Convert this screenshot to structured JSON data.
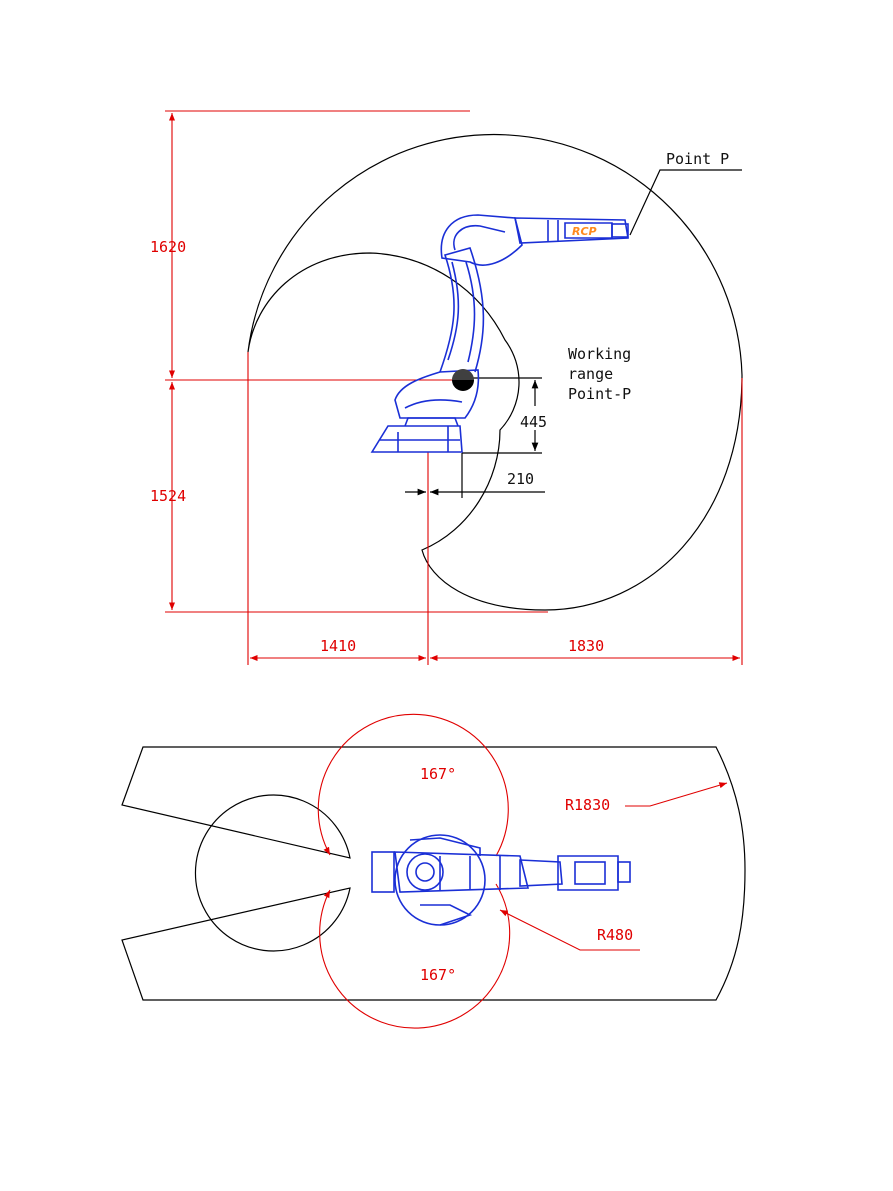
{
  "side_view": {
    "label_point": "Point P",
    "working_range_lines": [
      "Working",
      "range",
      "Point-P"
    ],
    "dim_height_upper": "1620",
    "dim_height_lower": "1524",
    "dim_width_left": "1410",
    "dim_width_right": "1830",
    "dim_offset_vertical": "445",
    "dim_offset_horizontal": "210",
    "logo_text": "RCP"
  },
  "top_view": {
    "angle_upper": "167°",
    "angle_lower": "167°",
    "radius_outer": "R1830",
    "radius_inner": "R480"
  },
  "colors": {
    "dimension": "#e00000",
    "robot": "#1a2fd6",
    "outline": "#000000",
    "logo": "#ff8a1e"
  }
}
